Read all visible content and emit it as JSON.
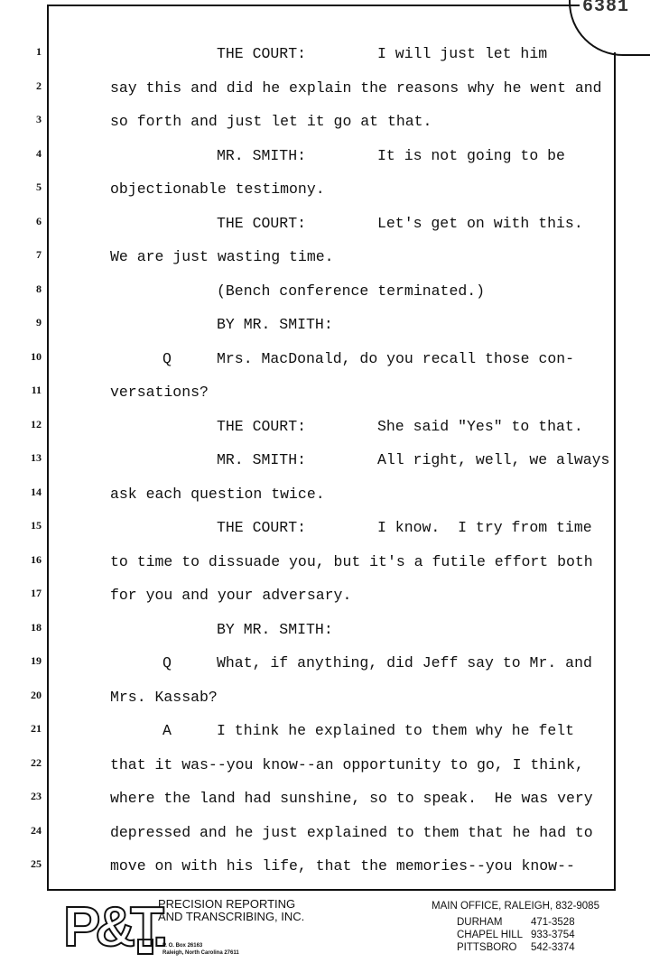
{
  "page_number": "6381",
  "lines": [
    {
      "n": "1",
      "kind": "speaker",
      "a": "THE COURT:",
      "b": "I will just let him"
    },
    {
      "n": "2",
      "kind": "cont",
      "a": "say this and did he explain the reasons why he went and"
    },
    {
      "n": "3",
      "kind": "cont",
      "a": "so forth and just let it go at that."
    },
    {
      "n": "4",
      "kind": "speaker",
      "a": "MR. SMITH:",
      "b": "It is not going to be"
    },
    {
      "n": "5",
      "kind": "cont",
      "a": "objectionable testimony."
    },
    {
      "n": "6",
      "kind": "speaker",
      "a": "THE COURT:",
      "b": "Let's get on with this."
    },
    {
      "n": "7",
      "kind": "cont",
      "a": "We are just wasting time."
    },
    {
      "n": "8",
      "kind": "note",
      "a": "(Bench conference terminated.)"
    },
    {
      "n": "9",
      "kind": "note",
      "a": "BY MR. SMITH:"
    },
    {
      "n": "10",
      "kind": "qa",
      "a": "Q",
      "b": "Mrs. MacDonald, do you recall those con-"
    },
    {
      "n": "11",
      "kind": "cont",
      "a": "versations?"
    },
    {
      "n": "12",
      "kind": "speaker",
      "a": "THE COURT:",
      "b": "She said \"Yes\" to that."
    },
    {
      "n": "13",
      "kind": "speaker",
      "a": "MR. SMITH:",
      "b": "All right, well, we always"
    },
    {
      "n": "14",
      "kind": "cont",
      "a": "ask each question twice."
    },
    {
      "n": "15",
      "kind": "speaker",
      "a": "THE COURT:",
      "b": "I know.  I try from time"
    },
    {
      "n": "16",
      "kind": "cont",
      "a": "to time to dissuade you, but it's a futile effort both"
    },
    {
      "n": "17",
      "kind": "cont",
      "a": "for you and your adversary."
    },
    {
      "n": "18",
      "kind": "note",
      "a": "BY MR. SMITH:"
    },
    {
      "n": "19",
      "kind": "qa",
      "a": "Q",
      "b": "What, if anything, did Jeff say to Mr. and"
    },
    {
      "n": "20",
      "kind": "cont",
      "a": "Mrs. Kassab?"
    },
    {
      "n": "21",
      "kind": "qa",
      "a": "A",
      "b": "I think he explained to them why he felt"
    },
    {
      "n": "22",
      "kind": "cont",
      "a": "that it was--you know--an opportunity to go, I think,"
    },
    {
      "n": "23",
      "kind": "cont",
      "a": "where the land had sunshine, so to speak.  He was very"
    },
    {
      "n": "24",
      "kind": "cont",
      "a": "depressed and he just explained to them that he had to"
    },
    {
      "n": "25",
      "kind": "cont",
      "a": "move on with his life, that the memories--you know--"
    }
  ],
  "footer": {
    "logo": "P&T.",
    "company_line1": "PRECISION REPORTING",
    "company_line2": "AND TRANSCRIBING, INC.",
    "address_line1": "P. O. Box 26163",
    "address_line2": "Raleigh, North Carolina  27611",
    "main_office": "MAIN OFFICE, RALEIGH, 832-9085",
    "offices": [
      {
        "city": "DURHAM",
        "phone": "471-3528"
      },
      {
        "city": "CHAPEL HILL",
        "phone": "933-3754"
      },
      {
        "city": "PITTSBORO",
        "phone": "542-3374"
      }
    ]
  }
}
